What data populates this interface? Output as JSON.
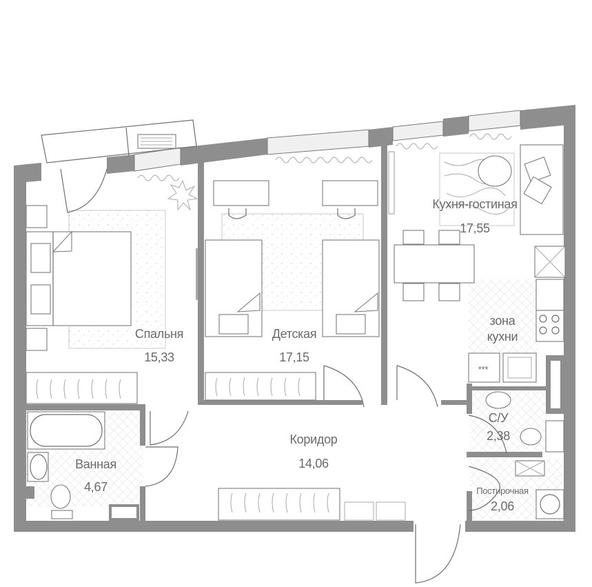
{
  "floorplan": {
    "rooms": [
      {
        "id": "bedroom",
        "name": "Спальня",
        "area": "15,33"
      },
      {
        "id": "kids",
        "name": "Детская",
        "area": "17,15"
      },
      {
        "id": "kitchen_living",
        "name": "Кухня-гостиная",
        "area": "17,55"
      },
      {
        "id": "kitchen_zone",
        "name": "зона кухни",
        "name_line1": "зона",
        "name_line2": "кухни"
      },
      {
        "id": "bathroom",
        "name": "Ванная",
        "area": "4,67"
      },
      {
        "id": "corridor",
        "name": "Коридор",
        "area": "14,06"
      },
      {
        "id": "wc",
        "name": "С/У",
        "area": "2,38"
      },
      {
        "id": "laundry",
        "name": "Постирочная",
        "area": "2,06"
      }
    ],
    "stove_symbol": "***",
    "colors": {
      "wall": "#8e8e8e",
      "line": "#6f6f6f",
      "text": "#6a6a6a",
      "tile": "#dcdcdc"
    }
  }
}
